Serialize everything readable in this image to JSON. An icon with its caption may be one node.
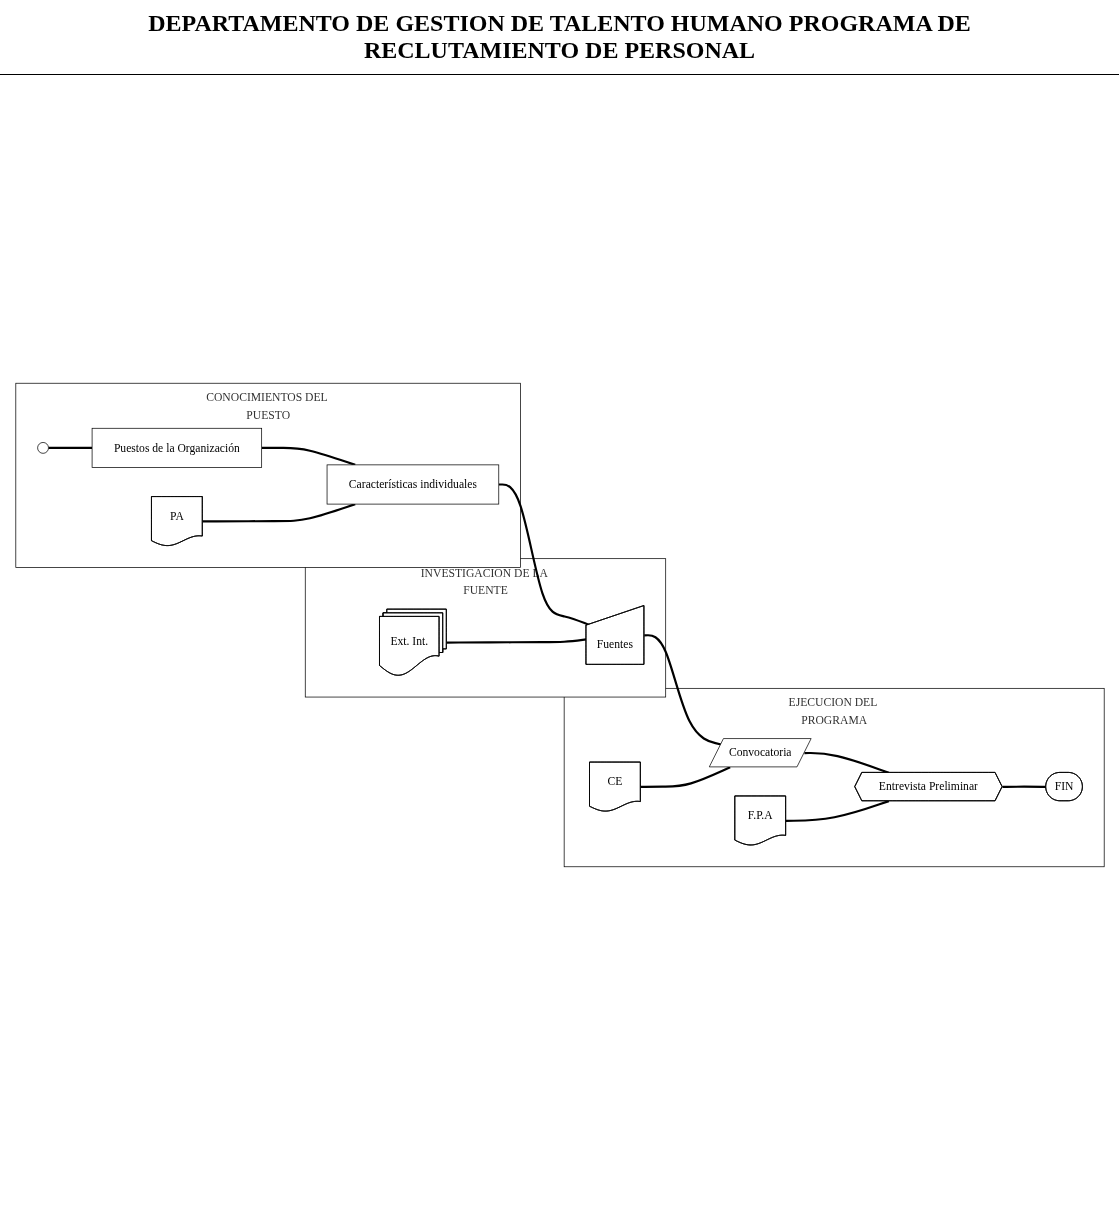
{
  "diagram": {
    "title": "DEPARTAMENTO DE GESTION DE TALENTO HUMANO PROGRAMA DE RECLUTAMIENTO DE PERSONAL",
    "nodes": [
      {
        "text": [
          "CONOCIMIENTOS DEL PUESTO"
        ]
      },
      {
        "text": [
          "INVESTIGACION DE LA FUENTE"
        ]
      },
      {
        "text": [
          "EJECUCION DEL PROGRAMA"
        ]
      },
      {
        "text": [],
        "shape": "circle",
        "in": 0
      },
      {
        "text": [
          "Puestos de la Organización"
        ],
        "in": 0
      },
      {
        "text": [
          "Características individuales"
        ],
        "in": 0
      },
      {
        "text": [
          "PA"
        ],
        "in": 0
      },
      {
        "text": [
          "Fuentes"
        ],
        "in": 1
      },
      {
        "text": [
          "Ext. Int."
        ],
        "in": 1
      },
      {
        "text": [
          "Convocatoria"
        ],
        "in": 2
      },
      {
        "text": [
          "CE"
        ],
        "in": 2
      },
      {
        "text": [
          "Entrevista Preliminar"
        ],
        "in": 2
      },
      {
        "text": [
          "F.P.A"
        ],
        "in": 2
      },
      {
        "text": [
          "FIN"
        ],
        "in": 2
      }
    ],
    "edges": [
      {
        "from": 3,
        "to": 4,
        "arrow": "none"
      },
      {
        "from": 4,
        "to": 5,
        "arrow": "none"
      },
      {
        "from": 6,
        "to": 5,
        "arrow": "none"
      },
      {
        "from": 5,
        "to": 7,
        "arrow": "none"
      },
      {
        "from": 8,
        "to": 7,
        "arrow": "none"
      },
      {
        "from": 7,
        "to": 9,
        "arrow": "none"
      },
      {
        "from": 10,
        "to": 9,
        "arrow": "none"
      },
      {
        "from": 9,
        "to": 11,
        "arrow": "none"
      },
      {
        "from": 12,
        "to": 11,
        "arrow": "none"
      },
      {
        "from": 11,
        "to": 13,
        "arrow": "none"
      }
    ]
  }
}
